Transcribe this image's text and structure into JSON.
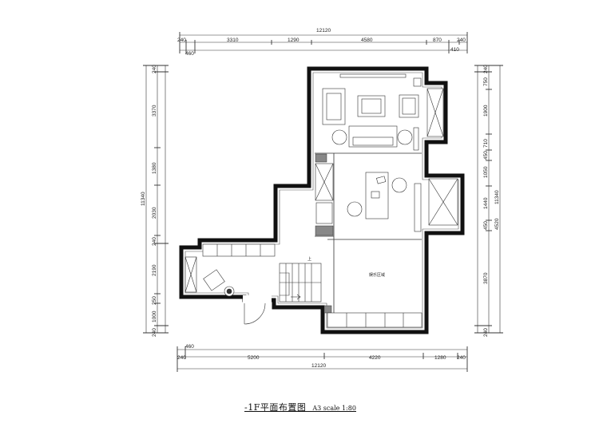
{
  "drawing": {
    "title": "-1F平面布置图",
    "scale": "A3 scale 1:80"
  },
  "rooms": {
    "entertainment_area": "娱乐区域",
    "stair_up": "上"
  },
  "dims_top": {
    "total": "12120",
    "segments": [
      "240",
      "3310",
      "1290",
      "4580",
      "870",
      "240"
    ],
    "sub": [
      "460",
      "410"
    ]
  },
  "dims_bottom": {
    "total": "12120",
    "segments": [
      "240",
      "5200",
      "4220",
      "1280",
      "240"
    ],
    "sub": [
      "460"
    ]
  },
  "dims_left": {
    "total": "11340",
    "segments": [
      "240",
      "3370",
      "1380",
      "2030",
      "240",
      "2190",
      "250",
      "1000",
      "240"
    ]
  },
  "dims_right": {
    "total": "11340",
    "segments": [
      "240",
      "750",
      "1900",
      "710",
      "450",
      "1050",
      "1440",
      "450",
      "3870",
      "240"
    ],
    "extra": "4520"
  }
}
